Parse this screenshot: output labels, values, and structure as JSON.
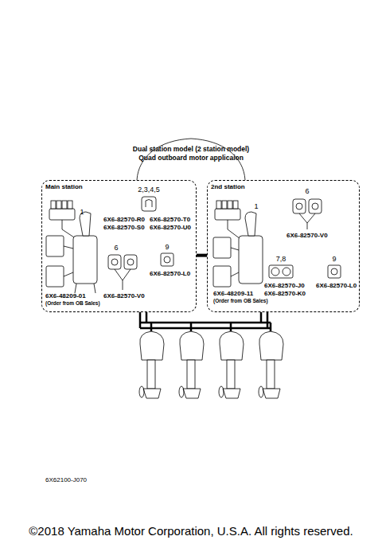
{
  "diagram": {
    "title": "Dual station model (2 station model) Quad outboard motor applicaion",
    "caption": "©2018 Yamaha Motor Corporation, U.S.A. All rights reserved.",
    "nodes": [
      {
        "text": [
          "Main station"
        ]
      },
      {
        "text": [
          "2nd station"
        ]
      }
    ],
    "edges": [
      {
        "from": 0,
        "to": 1,
        "arrow": "none"
      }
    ],
    "labels": [
      "1",
      "2,3,4,5",
      "6X6-82570-R0",
      "6X6-82570-T0",
      "6X6-82570-S0",
      "6X6-82570-U0",
      "6",
      "9",
      "6X6-82570-V0",
      "6X6-82570-L0",
      "6X6-48209-01",
      "(Order from OB Sales)",
      "6",
      "6X6-82570-V0",
      "1",
      "7,8",
      "9",
      "6X6-82570-J0",
      "6X6-82570-K0",
      "6X6-82570-L0",
      "6X6-48209-11",
      "(Order from OB Sales)",
      "6X62100-J070"
    ]
  }
}
